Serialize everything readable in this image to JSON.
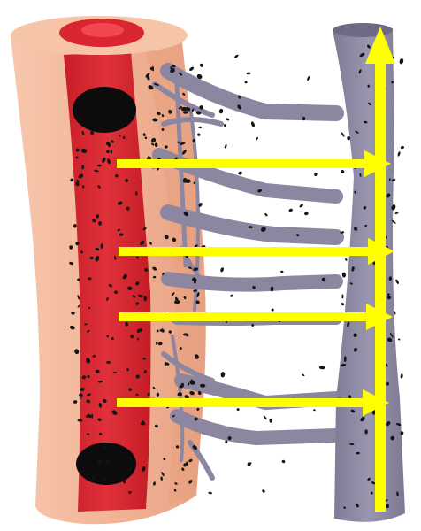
{
  "diagram": {
    "colors": {
      "background": "#ffffff",
      "vessel_wall": "#f2b596",
      "vessel_wall_shadow": "#e29b7b",
      "vessel_lumen": "#d6262f",
      "lumen_edge": "#e34b4f",
      "lymphatic": "#8c86a0",
      "lymphatic_light": "#a49fb8",
      "particle": "#151515",
      "nucleus": "#0c0c0c",
      "arrow": "#ffff00"
    },
    "components": [
      {
        "id": "blood-vessel",
        "label": ""
      },
      {
        "id": "lymphatic-vessel",
        "label": ""
      },
      {
        "id": "lymphatic-capillaries",
        "label": ""
      },
      {
        "id": "flow-arrows",
        "label": ""
      }
    ],
    "arrows": {
      "horizontal_count": 4,
      "vertical_count": 1
    }
  }
}
